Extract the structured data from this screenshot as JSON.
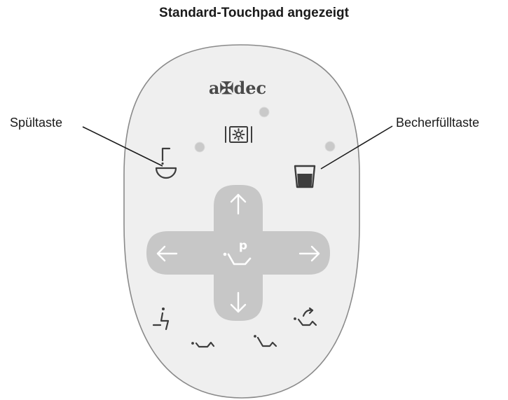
{
  "title": "Standard-Touchpad angezeigt",
  "callouts": {
    "left": "Spültaste",
    "right": "Becherfülltaste"
  },
  "pad": {
    "logo": "a✠dec",
    "center_label": "p"
  },
  "colors": {
    "pad_fill": "#efefef",
    "pad_outline": "#8a8a8a",
    "cross_fill": "#c7c7c7",
    "icon": "#3d3d3d",
    "indicator": "#c9c9c9",
    "cross_arrows": "#ffffff"
  },
  "icons": [
    "rinse-cuspidor-icon",
    "cup-fill-icon",
    "light-icon",
    "arrow-up-icon",
    "arrow-down-icon",
    "arrow-left-icon",
    "arrow-right-icon",
    "program-chair-icon",
    "entry-exit-icon",
    "chair-flat-icon",
    "chair-recline-icon",
    "last-position-icon"
  ]
}
